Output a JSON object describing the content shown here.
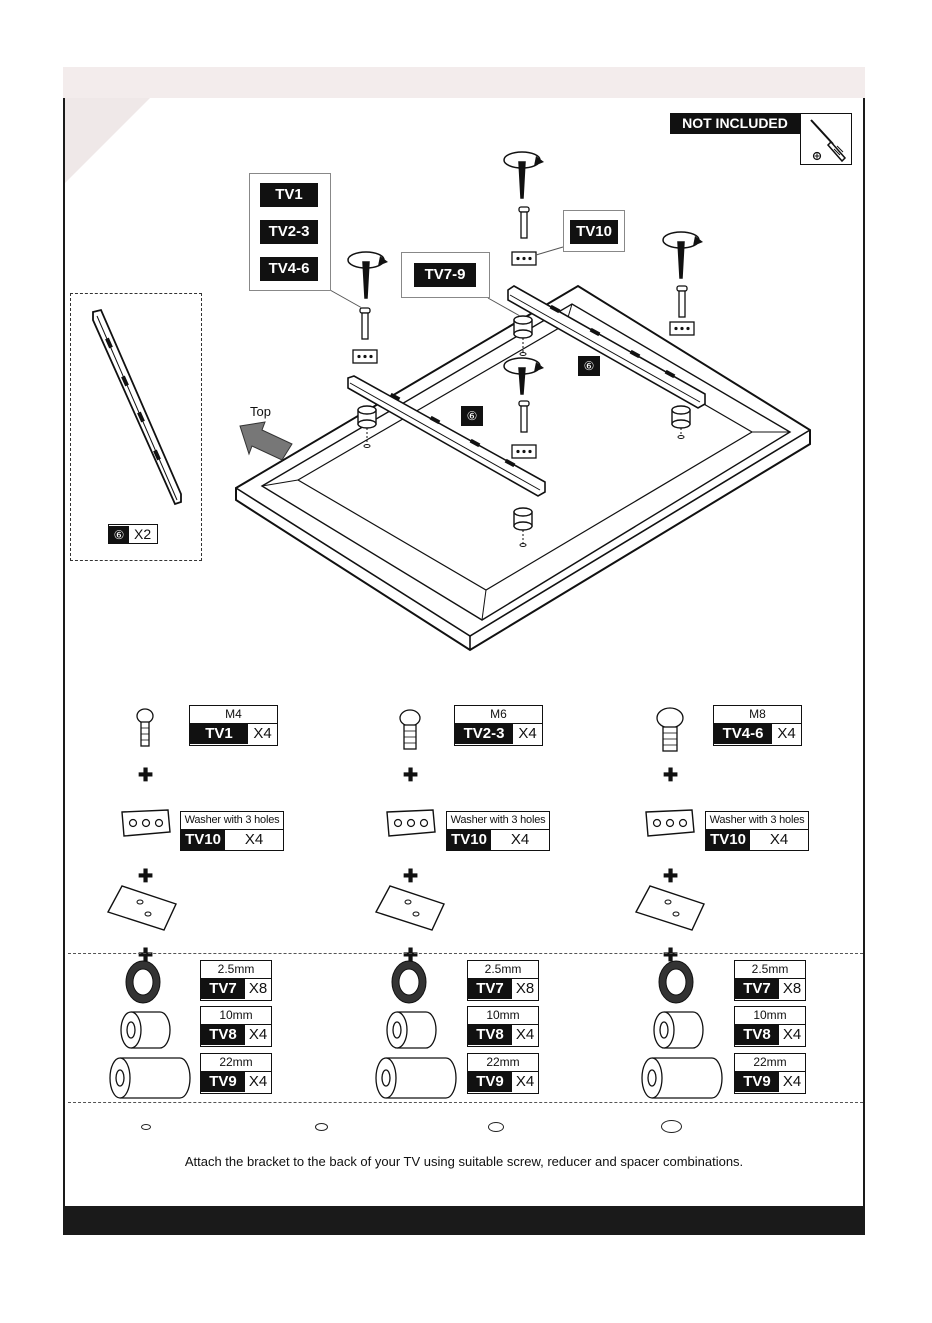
{
  "not_included": {
    "label": "NOT INCLUDED",
    "tool_icon": "screwdriver-icon"
  },
  "callouts": {
    "left": [
      "TV1",
      "TV2-3",
      "TV4-6"
    ],
    "middle": "TV7-9",
    "right": "TV10"
  },
  "part_number": "⑥",
  "detail": {
    "part": "⑥",
    "qty": "X2"
  },
  "top_label": "Top",
  "columns": [
    {
      "screw": {
        "size": "M4",
        "code": "TV1",
        "qty": "X4"
      },
      "washer": {
        "desc": "Washer with 3 holes",
        "code": "TV10",
        "qty": "X4"
      },
      "spacers": [
        {
          "size": "2.5mm",
          "code": "TV7",
          "qty": "X8"
        },
        {
          "size": "10mm",
          "code": "TV8",
          "qty": "X4"
        },
        {
          "size": "22mm",
          "code": "TV9",
          "qty": "X4"
        }
      ]
    },
    {
      "screw": {
        "size": "M6",
        "code": "TV2-3",
        "qty": "X4"
      },
      "washer": {
        "desc": "Washer with 3 holes",
        "code": "TV10",
        "qty": "X4"
      },
      "spacers": [
        {
          "size": "2.5mm",
          "code": "TV7",
          "qty": "X8"
        },
        {
          "size": "10mm",
          "code": "TV8",
          "qty": "X4"
        },
        {
          "size": "22mm",
          "code": "TV9",
          "qty": "X4"
        }
      ]
    },
    {
      "screw": {
        "size": "M8",
        "code": "TV4-6",
        "qty": "X4"
      },
      "washer": {
        "desc": "Washer with 3 holes",
        "code": "TV10",
        "qty": "X4"
      },
      "spacers": [
        {
          "size": "2.5mm",
          "code": "TV7",
          "qty": "X8"
        },
        {
          "size": "10mm",
          "code": "TV8",
          "qty": "X4"
        },
        {
          "size": "22mm",
          "code": "TV9",
          "qty": "X4"
        }
      ]
    }
  ],
  "caption": "Attach the bracket to the back of your TV using suitable screw, reducer and spacer combinations."
}
